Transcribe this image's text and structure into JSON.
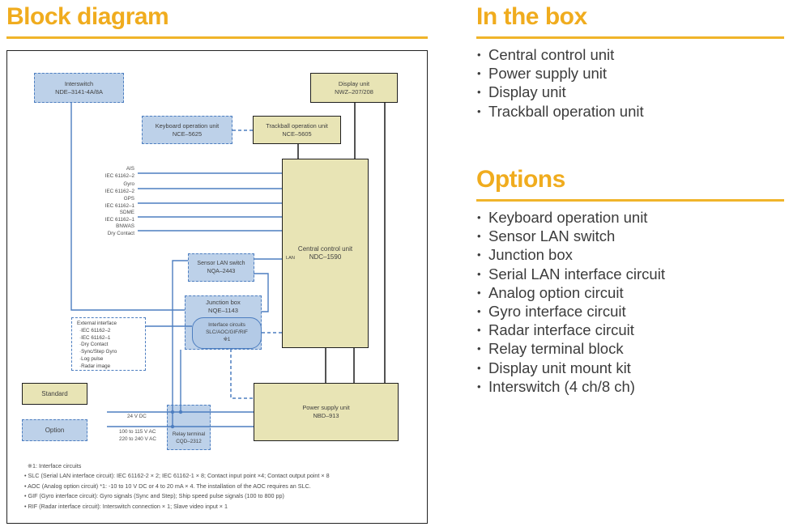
{
  "title": "Block diagram",
  "in_the_box": {
    "title": "In the box",
    "items": [
      "Central control unit",
      "Power supply unit",
      "Display unit",
      "Trackball operation unit"
    ]
  },
  "options": {
    "title": "Options",
    "items": [
      "Keyboard operation unit",
      "Sensor LAN switch",
      "Junction box",
      "Serial LAN interface circuit",
      "Analog option circuit",
      "Gyro interface circuit",
      "Radar interface circuit",
      "Relay terminal block",
      "Display unit mount kit",
      "Interswitch (4 ch/8 ch)"
    ]
  },
  "diagram": {
    "boxes": {
      "interswitch": {
        "name": "Interswitch",
        "model": "NDE–3141-4A/8A"
      },
      "keyboard": {
        "name": "Keyboard operation unit",
        "model": "NCE–5625"
      },
      "trackball": {
        "name": "Trackball operation unit",
        "model": "NCE–5605"
      },
      "display": {
        "name": "Display unit",
        "model": "NWZ–207/208"
      },
      "central": {
        "name": "Central control unit",
        "model": "NDC–1590",
        "port": "LAN"
      },
      "sensor_lan": {
        "name": "Sensor LAN switch",
        "model": "NQA–2443"
      },
      "junction": {
        "name": "Junction box",
        "model": "NQE–1143"
      },
      "interface_circuits": {
        "line1": "Interface circuits",
        "line2": "SLC/AOC/GIF/RIF",
        "line3": "※1"
      },
      "relay": {
        "name": "Relay terminal",
        "model": "CQD–2312"
      },
      "power": {
        "name": "Power supply unit",
        "model": "NBD–913"
      }
    },
    "signals": [
      {
        "name": "AIS",
        "spec": "IEC 61162–2"
      },
      {
        "name": "Gyro",
        "spec": "IEC 61162–2"
      },
      {
        "name": "GPS",
        "spec": "IEC 61162–1"
      },
      {
        "name": "SDME",
        "spec": "IEC 61162–1"
      },
      {
        "name": "BNWAS",
        "spec": "Dry Contact"
      }
    ],
    "external_interface": {
      "title": "External interface",
      "items": [
        "·IEC 61162–2",
        "·IEC 61162–1",
        "·Dry Contact",
        "·Sync/Step Gyro",
        "·Log pulse",
        "·Radar image"
      ]
    },
    "legend": {
      "standard": "Standard",
      "option": "Option"
    },
    "power_labels": {
      "dc": "24 V DC",
      "ac_line1": "100 to 115 V AC",
      "ac_line2": "220 to 240 V AC"
    },
    "footnotes": [
      "※1: Interface circuits",
      "• SLC (Serial LAN interface circuit): IEC 61162-2 × 2; IEC 61162-1 × 8; Contact input point ×4; Contact output point × 8",
      "• AOC (Analog option circuit) *1: -10 to 10 V DC or 4 to 20 mA × 4. The installation of the AOC requires an SLC.",
      "• GIF (Gyro interface circuit): Gyro signals (Sync and Step); Ship speed pulse signals (100 to 800 pp)",
      "• RIF (Radar interface circuit): Interswitch connection × 1; Slave video input × 1"
    ]
  },
  "colors": {
    "accent": "#F0AC1E",
    "line_blue": "#4D7EC0",
    "option_fill": "#BDD1E9",
    "standard_fill": "#E8E4B5"
  }
}
